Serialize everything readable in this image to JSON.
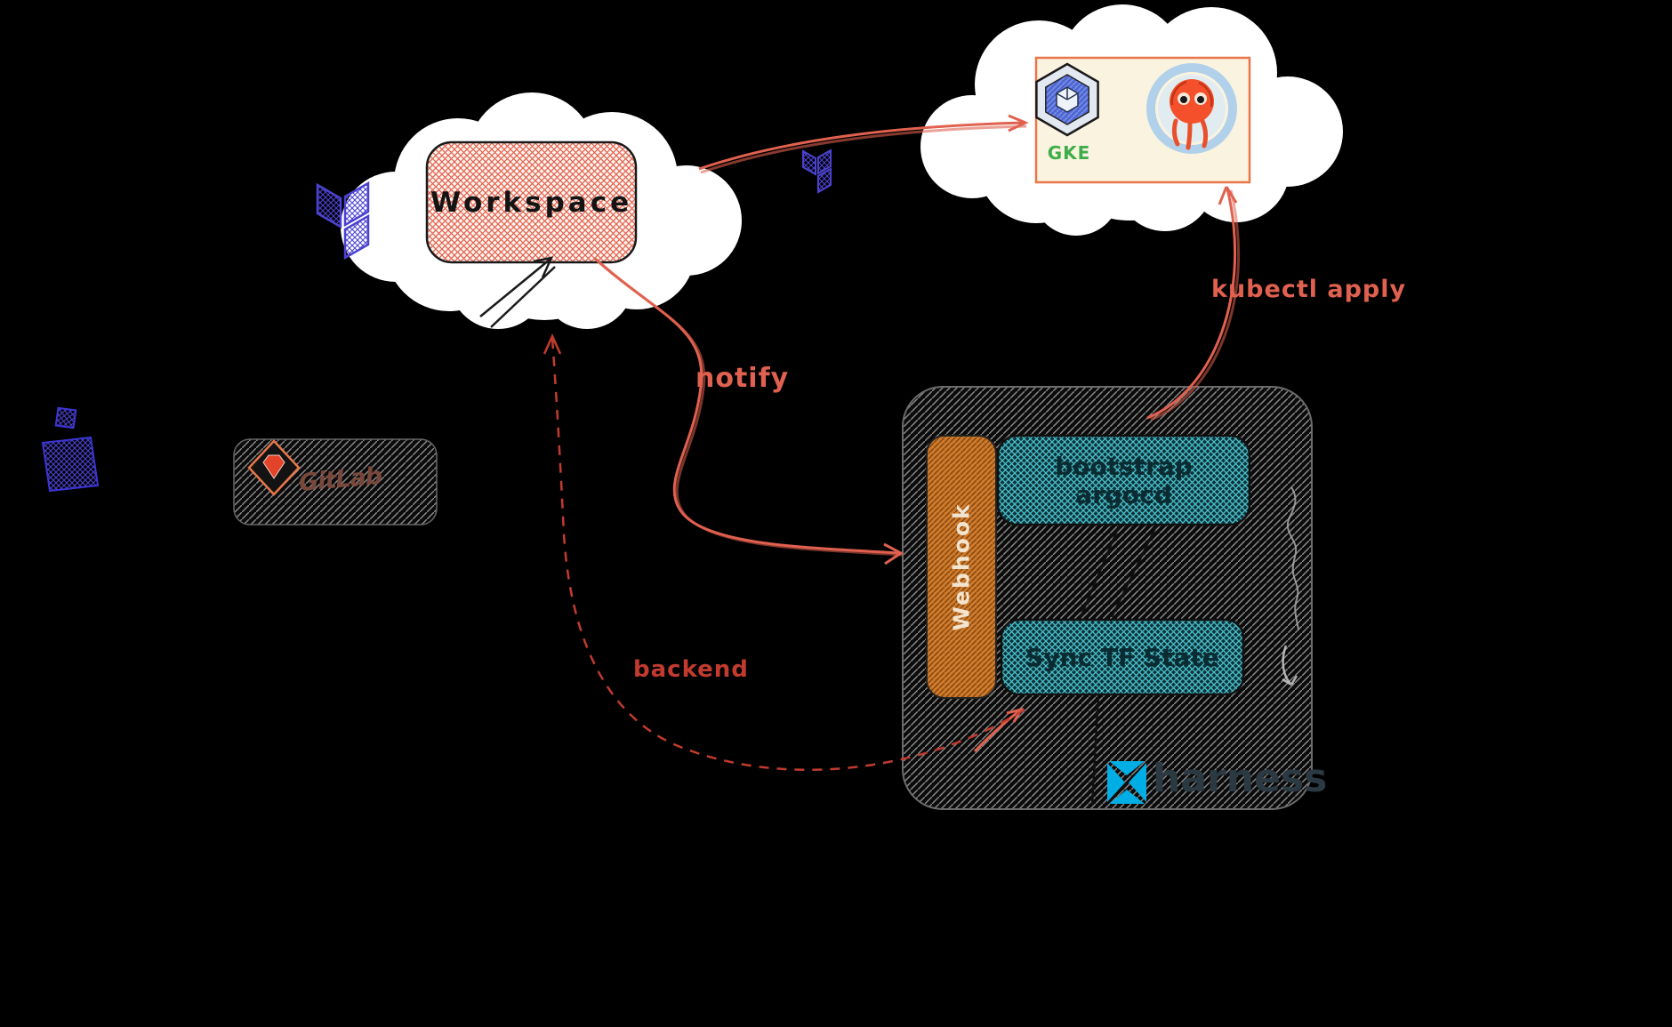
{
  "diagram": {
    "background": "#000000",
    "workspace_cloud": {
      "node_label": "Workspace"
    },
    "gke_cloud": {
      "gke_label": "GKE"
    },
    "gitlab_box": {
      "label": "GitLab"
    },
    "harness_box": {
      "webhook_label": "Webhook",
      "bootstrap_line1": "bootstrap",
      "bootstrap_line2": "argocd",
      "sync_label": "Sync TF State",
      "wordmark": "harness"
    },
    "edge_labels": {
      "notify": "notify",
      "kubectl_apply": "kubectl apply",
      "backend": "backend"
    }
  },
  "icons": {
    "terraform_large": "terraform-logo",
    "terraform_small": "terraform-logo",
    "gke_hexagon": "gke-logo",
    "argocd": "argocd-octopus-logo",
    "gitlab_diamond": "gitlab-logo",
    "harness_mark": "harness-logo",
    "blue_sketch": "blue-crosshatch-shape"
  },
  "colors": {
    "accent_red": "#e0614f",
    "dark_red": "#c23b2e",
    "teal": "#4cc4cd",
    "orange": "#d07a2b",
    "terraform_purple": "#4b43cf",
    "harness_blue": "#00ade4",
    "gke_green": "#3fae4a"
  }
}
